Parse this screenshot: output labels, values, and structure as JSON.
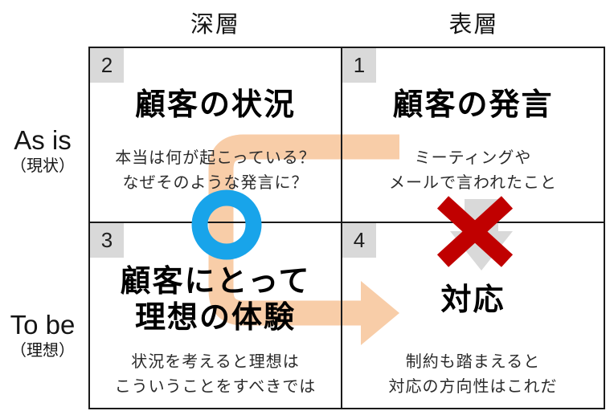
{
  "column_headers": {
    "deep": "深層",
    "surface": "表層"
  },
  "row_labels": {
    "as_is": {
      "en": "As is",
      "jp": "（現状）"
    },
    "to_be": {
      "en": "To be",
      "jp": "（理想）"
    }
  },
  "quadrants": {
    "q1": {
      "number": "1",
      "title": "顧客の発言",
      "desc_line1": "ミーティングや",
      "desc_line2": "メールで言われたこと"
    },
    "q2": {
      "number": "2",
      "title": "顧客の状況",
      "desc_line1": "本当は何が起こっている？",
      "desc_line2": "なぜそのような発言に？"
    },
    "q3": {
      "number": "3",
      "title_line1": "顧客にとって",
      "title_line2": "理想の体験",
      "desc_line1": "状況を考えると理想は",
      "desc_line2": "こういうことをすべきでは"
    },
    "q4": {
      "number": "4",
      "title": "対応",
      "desc_line1": "制約も踏まえると",
      "desc_line2": "対応の方向性はこれだ"
    }
  },
  "icons": {
    "flow_arrow": "flow-arrow-1-2-3-4",
    "o_mark": "o-circle-correct-mark",
    "x_mark": "x-cross-wrong-mark",
    "down_arrow": "down-block-arrow"
  },
  "colors": {
    "flow_arrow": "#F8CDA8",
    "o_mark": "#18A4EA",
    "x_mark": "#C00000",
    "down_arrow": "#D9D9D9",
    "badge_bg": "#D9D9D9",
    "border": "#1A1A1A"
  }
}
